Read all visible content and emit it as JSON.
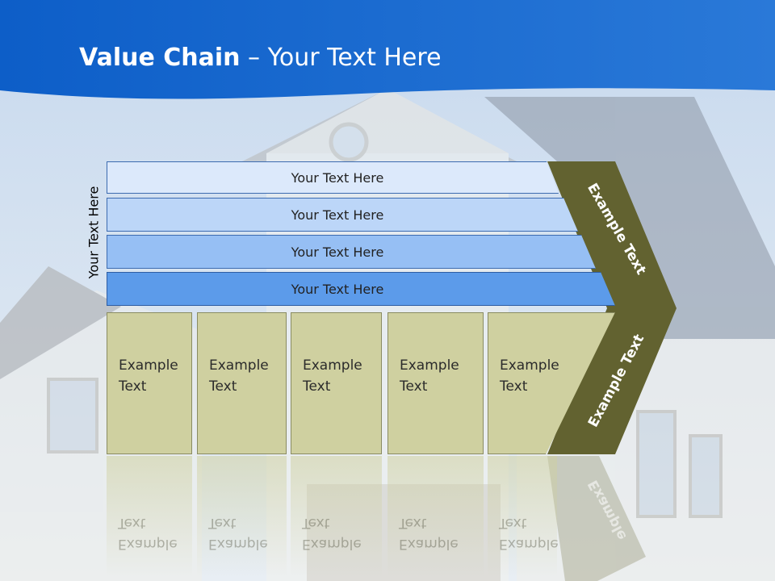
{
  "slide": {
    "title_bold": "Value Chain",
    "title_rest": " – Your Text Here",
    "side_label": "Your Text Here",
    "bars": [
      {
        "label": "Your Text Here"
      },
      {
        "label": "Your Text Here"
      },
      {
        "label": "Your Text Here"
      },
      {
        "label": "Your Text Here"
      }
    ],
    "cells": [
      {
        "label": "Example\nText"
      },
      {
        "label": "Example\nText"
      },
      {
        "label": "Example\nText"
      },
      {
        "label": "Example\nText"
      },
      {
        "label": "Example\nText"
      }
    ],
    "chevron_top": "Example Text",
    "chevron_bottom": "Example Text",
    "reflection_text": "Example\nText",
    "reflection_chevron": "Example",
    "colors": {
      "header_blue": "#0d63cf",
      "bar1": "#dce9fb",
      "bar2": "#bcd6f8",
      "bar3": "#96bff4",
      "bar4": "#5c9bea",
      "cell": "#cfd0a0",
      "chevron": "#626230"
    }
  }
}
